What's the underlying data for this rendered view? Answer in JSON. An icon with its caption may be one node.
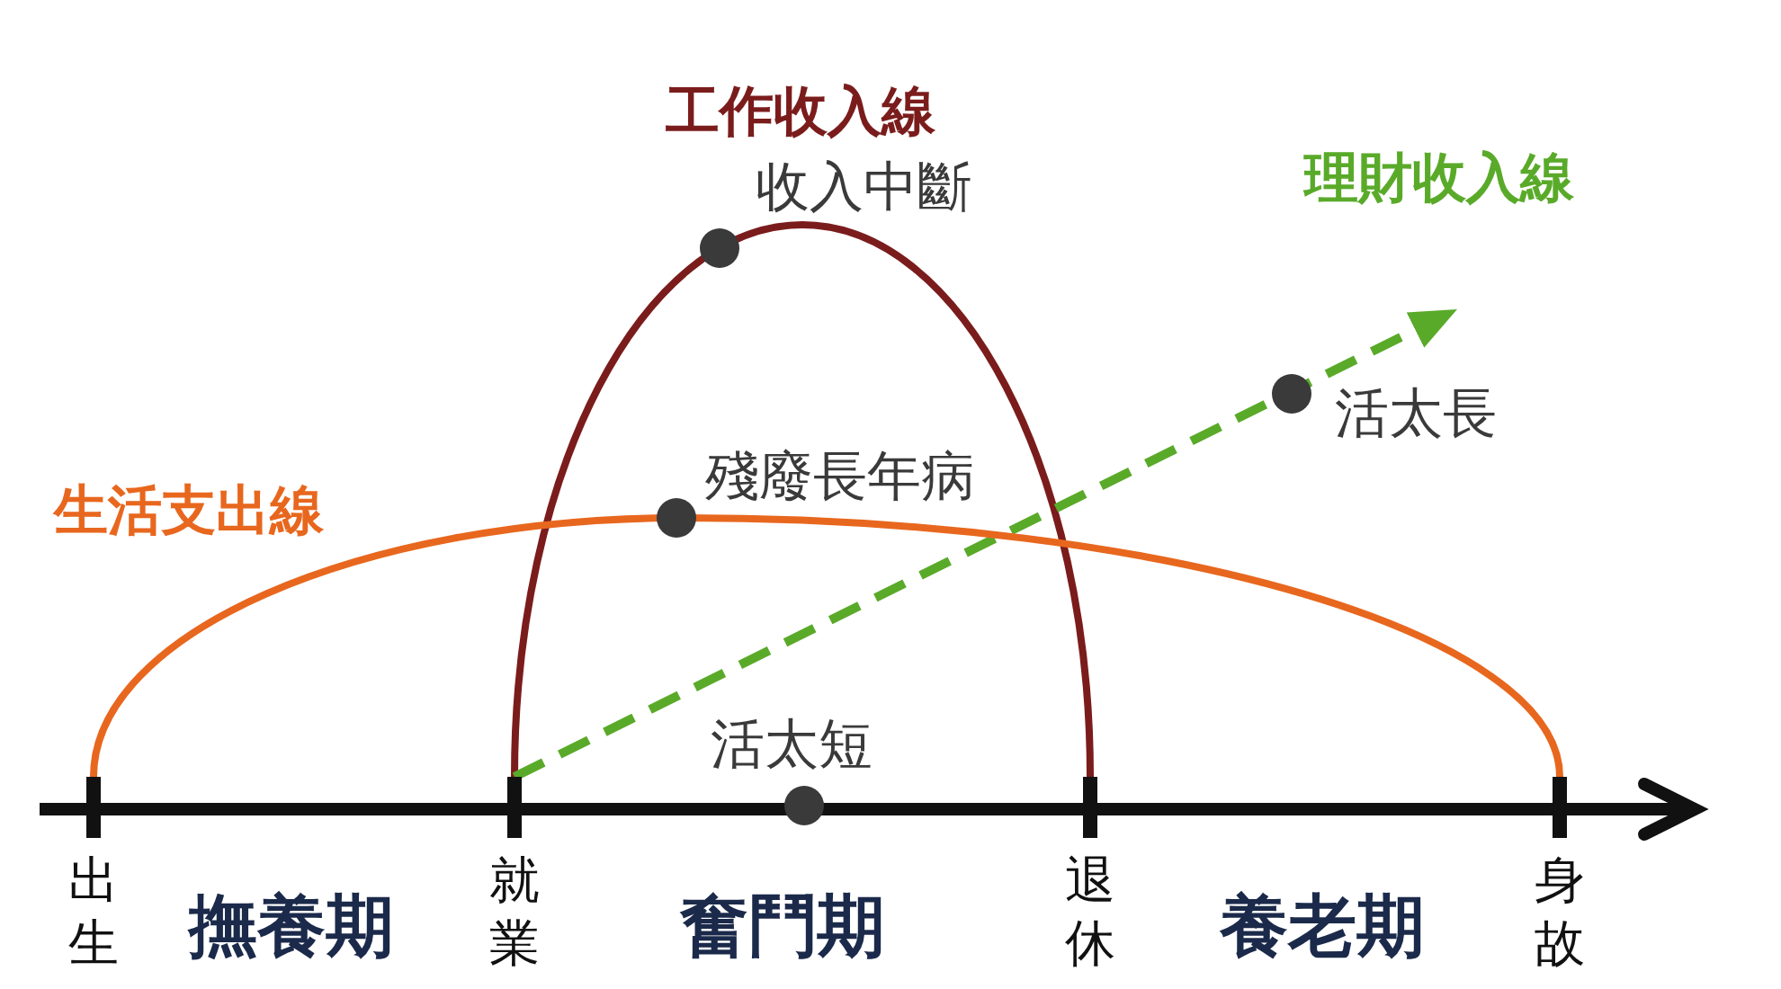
{
  "diagram": {
    "nodes": [
      {
        "text": [
          "出生"
        ]
      },
      {
        "text": [
          "就業"
        ]
      },
      {
        "text": [
          "退休"
        ]
      },
      {
        "text": [
          "身故"
        ]
      }
    ],
    "edges": [
      {
        "from": 1,
        "to": 2,
        "arrow": "none",
        "label": "工作收入線",
        "color": "#7b1c1c"
      },
      {
        "from": 1,
        "to": null,
        "arrow": "to",
        "label": "理財收入線",
        "style": "dashed",
        "color": "#5aaa2a"
      },
      {
        "from": 0,
        "to": 3,
        "arrow": "none",
        "label": "生活支出線",
        "color": "#e8671e"
      }
    ],
    "labels": [
      "收入中斷",
      "活太長",
      "殘廢長年病",
      "活太短",
      "撫養期",
      "奮鬥期",
      "養老期"
    ]
  }
}
